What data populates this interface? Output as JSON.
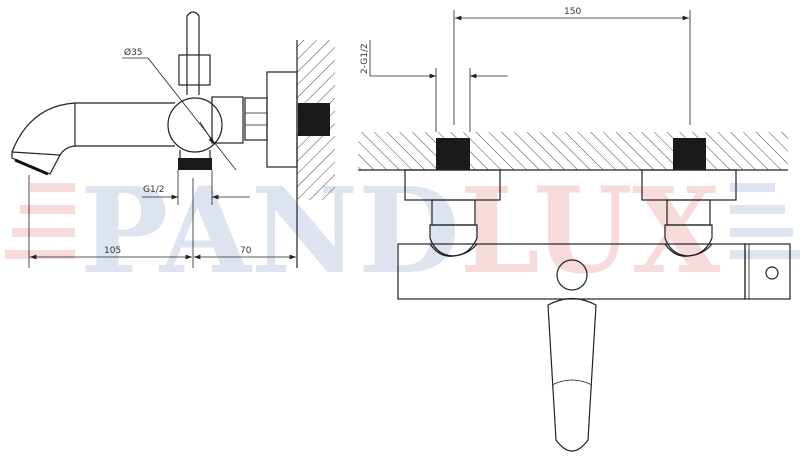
{
  "watermark": {
    "part1": "PAND",
    "part2": "LUX",
    "blue": "#dde4f0",
    "pink": "#f7dada"
  },
  "side_view": {
    "diameter_label": "Ø35",
    "outlet_thread_label": "G1/2",
    "spout_reach_label": "105",
    "wall_offset_label": "70"
  },
  "front_view": {
    "inlet_spacing_label": "150",
    "inlet_thread_label": "2-G1/2"
  }
}
